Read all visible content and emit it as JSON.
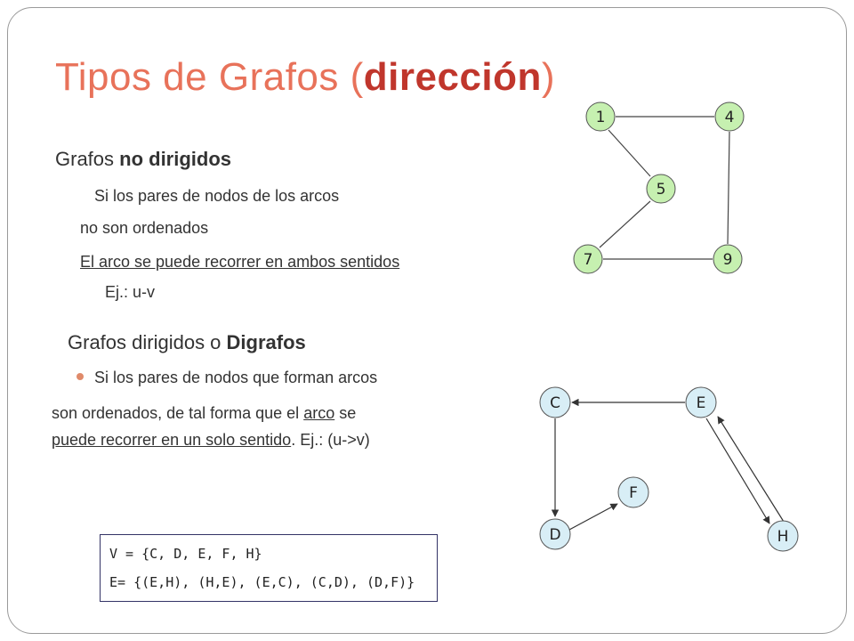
{
  "title": {
    "normal_start": "Tipos de Grafos (",
    "bold": "dirección",
    "normal_end": ")"
  },
  "undirected": {
    "bullet": "",
    "heading_normal": "Grafos ",
    "heading_bold": "no dirigidos",
    "sub_bullet": "",
    "line1": "Si los pares de nodos de los arcos",
    "line2": "no son ordenados",
    "line3": "El arco se puede recorrer en ambos sentidos",
    "line4": "Ej.: u-v"
  },
  "directed": {
    "bullet": "",
    "heading_normal": "Grafos dirigidos o ",
    "heading_bold": "Digrafos",
    "line1": "Si los pares de nodos que forman arcos",
    "line2_a": "son ordenados, de tal forma que el ",
    "line2_b": "arco",
    "line2_c": " se",
    "line3_a": "puede recorrer en un solo sentido",
    "line3_b": ". Ej.: (u->v)"
  },
  "set_box": {
    "vertices": "V = {C, D, E, F, H}",
    "edges": "E= {(E,H), (H,E), (E,C), (C,D), (D,F)}"
  },
  "graph_undirected": {
    "node_color": "#c6f0b0",
    "nodes": [
      "1",
      "4",
      "5",
      "7",
      "9"
    ]
  },
  "graph_directed": {
    "node_color": "#d8eef6",
    "nodes": [
      "C",
      "E",
      "F",
      "D",
      "H"
    ]
  }
}
